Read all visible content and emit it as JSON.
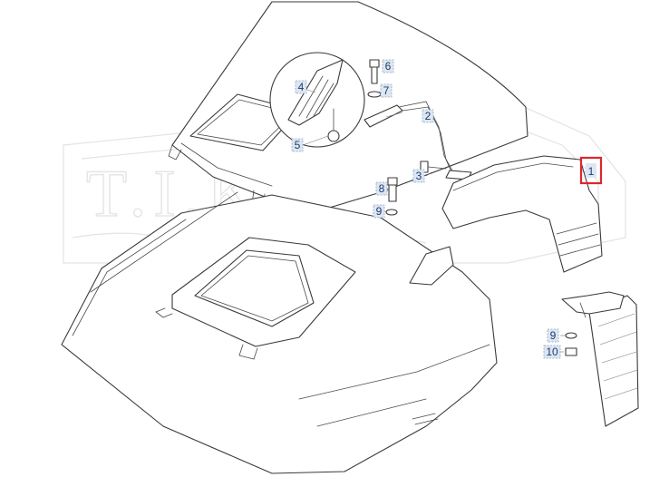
{
  "diagram": {
    "watermark": "T.I.K.",
    "callouts": [
      {
        "id": "c1",
        "label": "1"
      },
      {
        "id": "c2",
        "label": "2"
      },
      {
        "id": "c3",
        "label": "3"
      },
      {
        "id": "c4",
        "label": "4"
      },
      {
        "id": "c5",
        "label": "5"
      },
      {
        "id": "c6",
        "label": "6"
      },
      {
        "id": "c7",
        "label": "7"
      },
      {
        "id": "c8",
        "label": "8"
      },
      {
        "id": "c9a",
        "label": "9"
      },
      {
        "id": "c9b",
        "label": "9"
      },
      {
        "id": "c10",
        "label": "10"
      }
    ],
    "highlighted_callout": "1",
    "highlight_color": "#e0262b"
  }
}
